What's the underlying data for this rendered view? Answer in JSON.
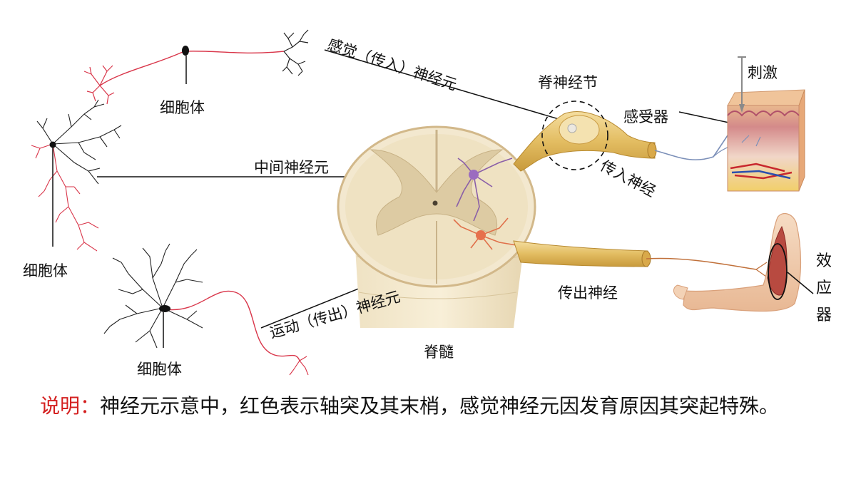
{
  "labels": {
    "sensory_neuron": "感觉（传入）神经元",
    "spinal_ganglion": "脊神经节",
    "stimulus": "刺激",
    "receptor": "感受器",
    "cell_body_top": "细胞体",
    "interneuron": "中间神经元",
    "afferent_nerve": "传入神经",
    "cell_body_left": "细胞体",
    "motor_neuron": "运动（传出）神经元",
    "efferent_nerve": "传出神经",
    "effector": [
      "效",
      "应",
      "器"
    ],
    "cell_body_bottom": "细胞体",
    "spinal_cord": "脊髓"
  },
  "note": {
    "prefix": "说明：",
    "text": "神经元示意中，红色表示轴突及其末梢，感觉神经元因发育原因其突起特殊。"
  },
  "colors": {
    "axon_red": "#d9364a",
    "dendrite_black": "#222222",
    "nerve_yellow": "#e8c572",
    "cord_beige": "#ece0c0",
    "note_red": "#d42020"
  }
}
